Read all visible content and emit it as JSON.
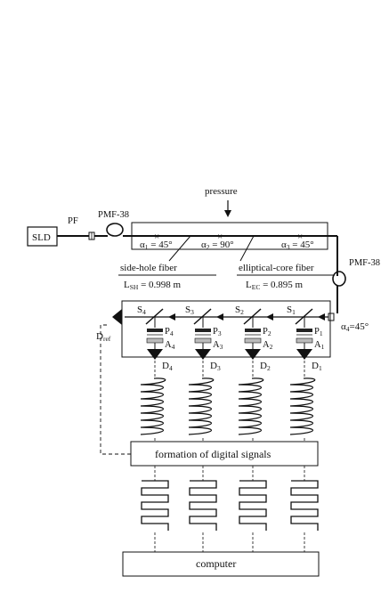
{
  "source_label": "SLD",
  "labels": {
    "pf": "PF",
    "pmf_top": "PMF-38",
    "pmf_right": "PMF-38",
    "pressure": "pressure",
    "side_hole": "side-hole fiber",
    "elliptical": "elliptical-core fiber",
    "formation": "formation of digital signals",
    "computer": "computer"
  },
  "angles": {
    "a1": {
      "sym": "α",
      "sub": "1",
      "val": " = 45°"
    },
    "a2": {
      "sym": "α",
      "sub": "2",
      "val": " = 90°"
    },
    "a3": {
      "sym": "α",
      "sub": "3",
      "val": " = 45°"
    },
    "a4": {
      "sym": "α",
      "sub": "4",
      "val": "=45°"
    }
  },
  "lengths": {
    "sh": {
      "sym": "L",
      "sub": "SH",
      "val": " = 0.998 m"
    },
    "ec": {
      "sym": "L",
      "sub": "EC",
      "val": " = 0.895 m"
    }
  },
  "dref": {
    "sym": "D",
    "sub": "ref"
  },
  "channels": [
    {
      "s": "4",
      "p": "4",
      "a": "4",
      "d": "4"
    },
    {
      "s": "3",
      "p": "3",
      "a": "3",
      "d": "3"
    },
    {
      "s": "2",
      "p": "2",
      "a": "2",
      "d": "2"
    },
    {
      "s": "1",
      "p": "1",
      "a": "1",
      "d": "1"
    }
  ],
  "letters": {
    "s": "S",
    "p": "P",
    "a": "A",
    "d": "D"
  }
}
